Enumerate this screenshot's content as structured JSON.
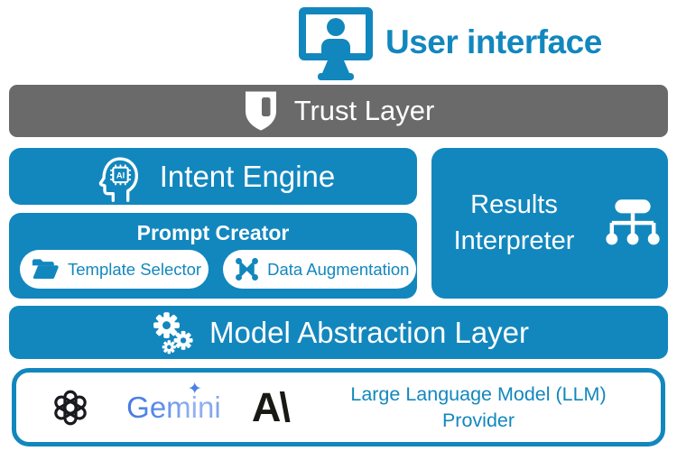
{
  "colors": {
    "blue": "#1287BE",
    "gray": "#6A6A6A",
    "white": "#FFFFFF",
    "logo_dark": "#191914",
    "gemini_gradient_start": "#4579E2",
    "gemini_gradient_end": "#7FA3EF"
  },
  "header": {
    "title": "User interface"
  },
  "trust_layer": {
    "label": "Trust Layer"
  },
  "intent_engine": {
    "label": "Intent Engine",
    "chip_label": "AI"
  },
  "results_interpreter": {
    "label": "Results Interpreter"
  },
  "prompt_creator": {
    "title": "Prompt Creator",
    "items": [
      {
        "label": "Template Selector",
        "icon": "folder-open-icon"
      },
      {
        "label": "Data Augmentation",
        "icon": "data-nodes-icon"
      }
    ]
  },
  "model_abstraction": {
    "label": "Model Abstraction Layer"
  },
  "llm_provider": {
    "label": "Large Language Model (LLM) Provider",
    "gemini_text": "Gemini",
    "gemini_star": "✦",
    "anthropic_text": "A\\"
  }
}
